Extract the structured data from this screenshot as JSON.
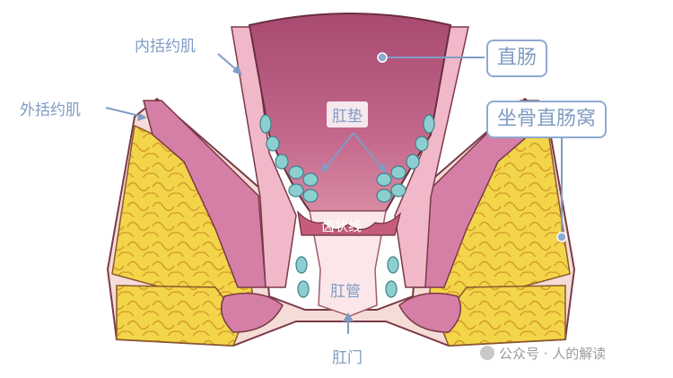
{
  "labels": {
    "internal_sphincter": "内括约肌",
    "external_sphincter": "外括约肌",
    "rectum": "直肠",
    "ischiorectal_fossa": "坐骨直肠窝",
    "anal_cushion": "肛垫",
    "dentate_line": "齿状线",
    "anal_canal": "肛管",
    "anus": "肛门"
  },
  "watermark": "公众号 · 人的解读",
  "colors": {
    "label_blue": "#7f9cc4",
    "rectum": "#b55a7c",
    "muscle": "#d67fa6",
    "fat": "#f2d244",
    "skin": "#f7dcd8",
    "cushion": "#8ccfd0"
  }
}
